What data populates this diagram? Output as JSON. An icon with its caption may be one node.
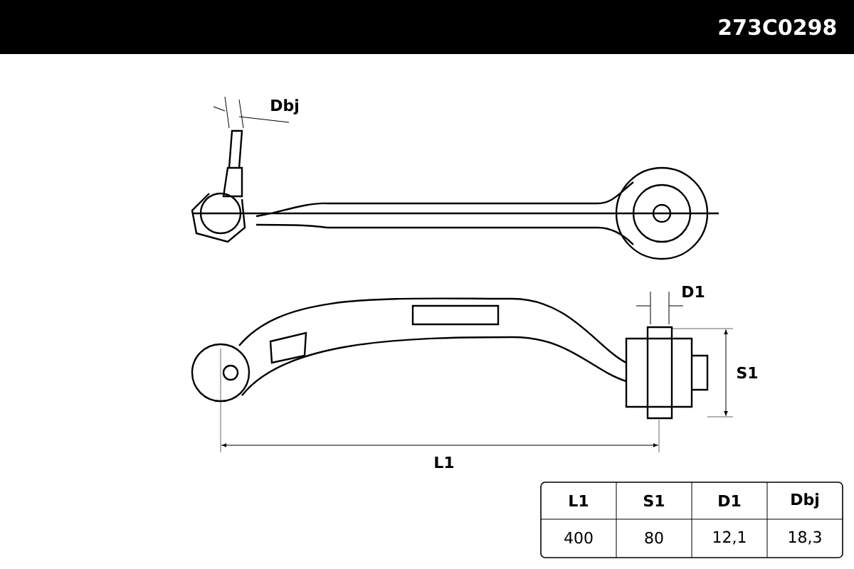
{
  "diagram": {
    "labels": [
      "273C0298",
      "Dbj",
      "D1",
      "S1",
      "L1",
      "L1",
      "S1",
      "D1",
      "Dbj",
      "400",
      "80",
      "12,1",
      "18,3"
    ]
  }
}
